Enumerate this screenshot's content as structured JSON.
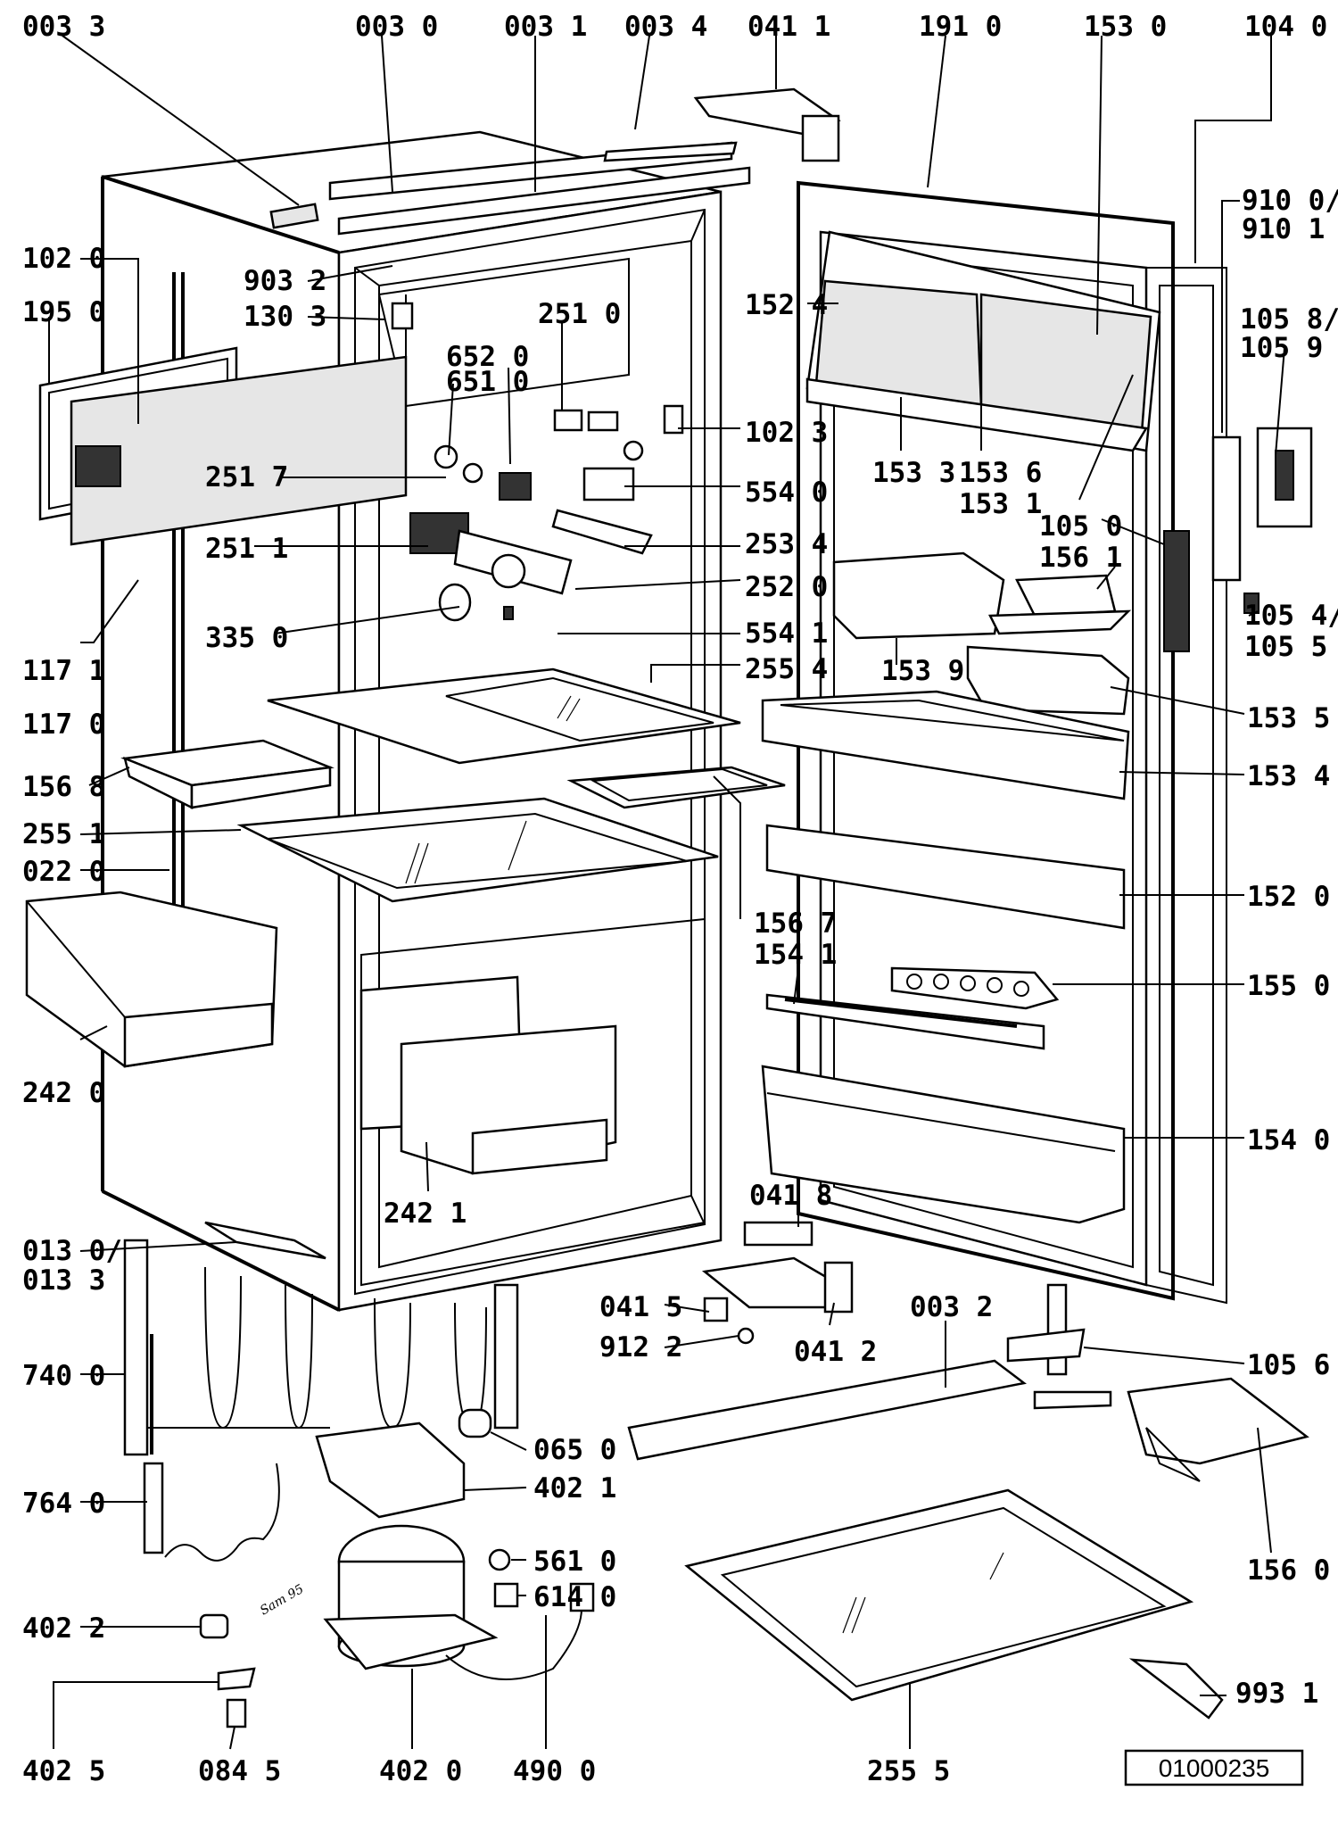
{
  "labels": [
    {
      "id": "p0033",
      "text": "003 3"
    },
    {
      "id": "p0030",
      "text": "003 0"
    },
    {
      "id": "p0031",
      "text": "003 1"
    },
    {
      "id": "p0034",
      "text": "003 4"
    },
    {
      "id": "p0411",
      "text": "041 1"
    },
    {
      "id": "p1910",
      "text": "191 0"
    },
    {
      "id": "p1530",
      "text": "153 0"
    },
    {
      "id": "p1040",
      "text": "104 0"
    },
    {
      "id": "p9100",
      "text": "910 0/"
    },
    {
      "id": "p9101",
      "text": "910 1"
    },
    {
      "id": "p1020",
      "text": "102 0"
    },
    {
      "id": "p9032",
      "text": "903 2"
    },
    {
      "id": "p1950",
      "text": "195 0"
    },
    {
      "id": "p1303",
      "text": "130 3"
    },
    {
      "id": "p2510",
      "text": "251 0"
    },
    {
      "id": "p1524",
      "text": "152 4"
    },
    {
      "id": "p1058",
      "text": "105 8/"
    },
    {
      "id": "p1059",
      "text": "105 9"
    },
    {
      "id": "p6520",
      "text": "652 0"
    },
    {
      "id": "p6510",
      "text": "651 0"
    },
    {
      "id": "p1023",
      "text": "102 3"
    },
    {
      "id": "p2517",
      "text": "251 7"
    },
    {
      "id": "p5540",
      "text": "554 0"
    },
    {
      "id": "p1533",
      "text": "153 3"
    },
    {
      "id": "p1536",
      "text": "153 6"
    },
    {
      "id": "p1531",
      "text": "153 1"
    },
    {
      "id": "p1050",
      "text": "105 0"
    },
    {
      "id": "p1561",
      "text": "156 1"
    },
    {
      "id": "p2511",
      "text": "251 1"
    },
    {
      "id": "p2534",
      "text": "253 4"
    },
    {
      "id": "p2520",
      "text": "252 0"
    },
    {
      "id": "p1171",
      "text": "117 1"
    },
    {
      "id": "p3350",
      "text": "335 0"
    },
    {
      "id": "p5541",
      "text": "554 1"
    },
    {
      "id": "p1054",
      "text": "105 4/"
    },
    {
      "id": "p1055",
      "text": "105 5"
    },
    {
      "id": "p1539",
      "text": "153 9"
    },
    {
      "id": "p2554",
      "text": "255 4"
    },
    {
      "id": "p1170",
      "text": "117 0"
    },
    {
      "id": "p1535",
      "text": "153 5"
    },
    {
      "id": "p1568",
      "text": "156 8"
    },
    {
      "id": "p1534",
      "text": "153 4"
    },
    {
      "id": "p2551",
      "text": "255 1"
    },
    {
      "id": "p0220",
      "text": "022 0"
    },
    {
      "id": "p1520",
      "text": "152 0"
    },
    {
      "id": "p1567",
      "text": "156 7"
    },
    {
      "id": "p1541",
      "text": "154 1"
    },
    {
      "id": "p1550",
      "text": "155 0"
    },
    {
      "id": "p2420",
      "text": "242 0"
    },
    {
      "id": "p1540",
      "text": "154 0"
    },
    {
      "id": "p2421",
      "text": "242 1"
    },
    {
      "id": "p0418",
      "text": "041 8"
    },
    {
      "id": "p0130",
      "text": "013 0/"
    },
    {
      "id": "p0133",
      "text": "013 3"
    },
    {
      "id": "p0415",
      "text": "041 5"
    },
    {
      "id": "p0032",
      "text": "003 2"
    },
    {
      "id": "p9122",
      "text": "912 2"
    },
    {
      "id": "p0412",
      "text": "041 2"
    },
    {
      "id": "p7400",
      "text": "740 0"
    },
    {
      "id": "p1056",
      "text": "105 6"
    },
    {
      "id": "p0650",
      "text": "065 0"
    },
    {
      "id": "p7640",
      "text": "764 0"
    },
    {
      "id": "p4021",
      "text": "402 1"
    },
    {
      "id": "p5610",
      "text": "561 0"
    },
    {
      "id": "p6140",
      "text": "614 0"
    },
    {
      "id": "p1560",
      "text": "156 0"
    },
    {
      "id": "p4022",
      "text": "402 2"
    },
    {
      "id": "p9931",
      "text": "993 1"
    },
    {
      "id": "p4025",
      "text": "402 5"
    },
    {
      "id": "p0845",
      "text": "084 5"
    },
    {
      "id": "p4020",
      "text": "402 0"
    },
    {
      "id": "p4900",
      "text": "490 0"
    },
    {
      "id": "p2555",
      "text": "255 5"
    }
  ],
  "reference_number": "01000235",
  "handwritten_note": "Sam 95"
}
